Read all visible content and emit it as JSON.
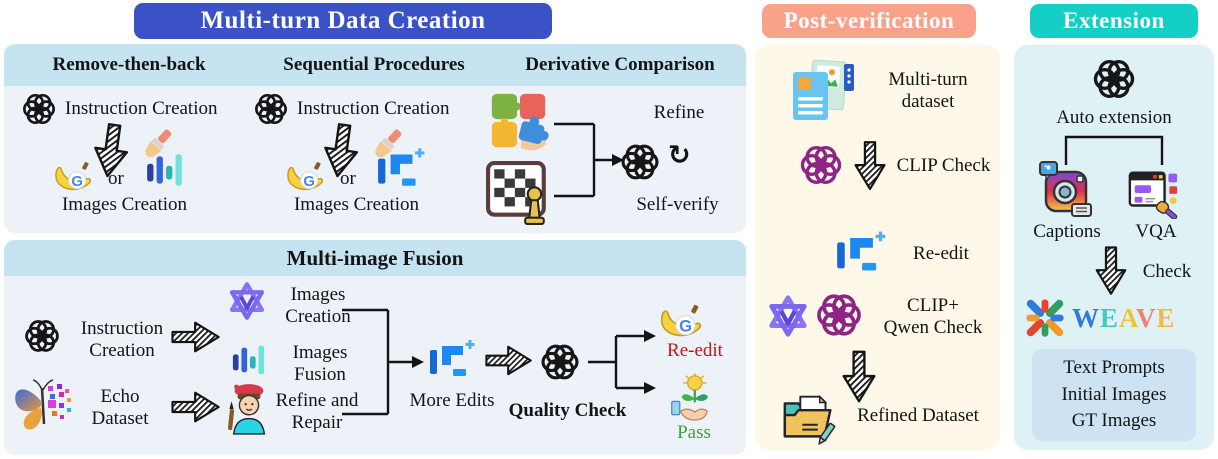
{
  "colors": {
    "creation_header_bg": "#3a52c6",
    "postverif_header_bg": "#f8a28c",
    "extension_header_bg": "#13cfc4",
    "panel_band_blue": "#c5e3f1",
    "panel_body_blue": "#edf1f8",
    "postverif_body": "#fdf8e8",
    "extension_body": "#def1f5",
    "outputs_box_bg": "#cde3f3",
    "re_edit_text": "#c41414",
    "pass_text": "#3c9e3c",
    "gpt_black": "#161616",
    "gpt_purple": "#8e2484",
    "qwen_purple": "#7c68f0"
  },
  "icons": {
    "gpt": "openai-knot",
    "qwen": "qwen-star",
    "hatched_arrow": "striped-outline-arrow",
    "brush": "paintbrush",
    "banana": "banana-with-google-g",
    "fusion_bars": "blue-teal-bars",
    "edit_steps": "blue-steps-plus",
    "puzzle": "puzzle-pieces-hand",
    "chessboard": "chessboard-pawn",
    "loop": "↻",
    "butterfly": "pixel-butterfly",
    "painter": "boy-with-beret-brush",
    "dataset_docs": "stacked-documents",
    "folder": "folder-paper-pencil",
    "instagram": "camera-app",
    "vqa_browser": "browser-with-brush",
    "plant": "hand-plant-bulb",
    "weave_mark": "colorful-woven-x"
  },
  "creation": {
    "title": "Multi-turn Data Creation",
    "columns": [
      {
        "title": "Remove-then-back",
        "instruction": "Instruction Creation",
        "or": "or",
        "images": "Images Creation"
      },
      {
        "title": "Sequential Procedures",
        "instruction": "Instruction Creation",
        "or": "or",
        "images": "Images Creation"
      },
      {
        "title": "Derivative Comparison",
        "refine": "Refine",
        "self_verify": "Self-verify"
      }
    ],
    "fusion": {
      "title": "Multi-image Fusion",
      "instruction_creation": "Instruction\nCreation",
      "echo_dataset": "Echo\nDataset",
      "images_creation": "Images\nCreation",
      "images_fusion": "Images\nFusion",
      "refine_repair": "Refine and\nRepair",
      "more_edits": "More Edits",
      "quality_check": "Quality Check",
      "re_edit": "Re-edit",
      "pass": "Pass"
    }
  },
  "post_verification": {
    "title": "Post-verification",
    "multi_turn_dataset": "Multi-turn\ndataset",
    "clip_check": "CLIP Check",
    "re_edit": "Re-edit",
    "clip_qwen_check": "CLIP+\nQwen Check",
    "refined_dataset": "Refined Dataset"
  },
  "extension": {
    "title": "Extension",
    "auto_extension": "Auto extension",
    "captions": "Captions",
    "vqa": "VQA",
    "check": "Check",
    "weave_letters": [
      {
        "ch": "W",
        "style": "color:#2f7bd9"
      },
      {
        "ch": "E",
        "style": "color:#45c8c0"
      },
      {
        "ch": "A",
        "style": "color:#f0c23c"
      },
      {
        "ch": "V",
        "style": "color:#f08070"
      },
      {
        "ch": "E",
        "style": "color:#f5b942"
      }
    ],
    "outputs": "Text Prompts\nInitial Images\nGT Images"
  }
}
